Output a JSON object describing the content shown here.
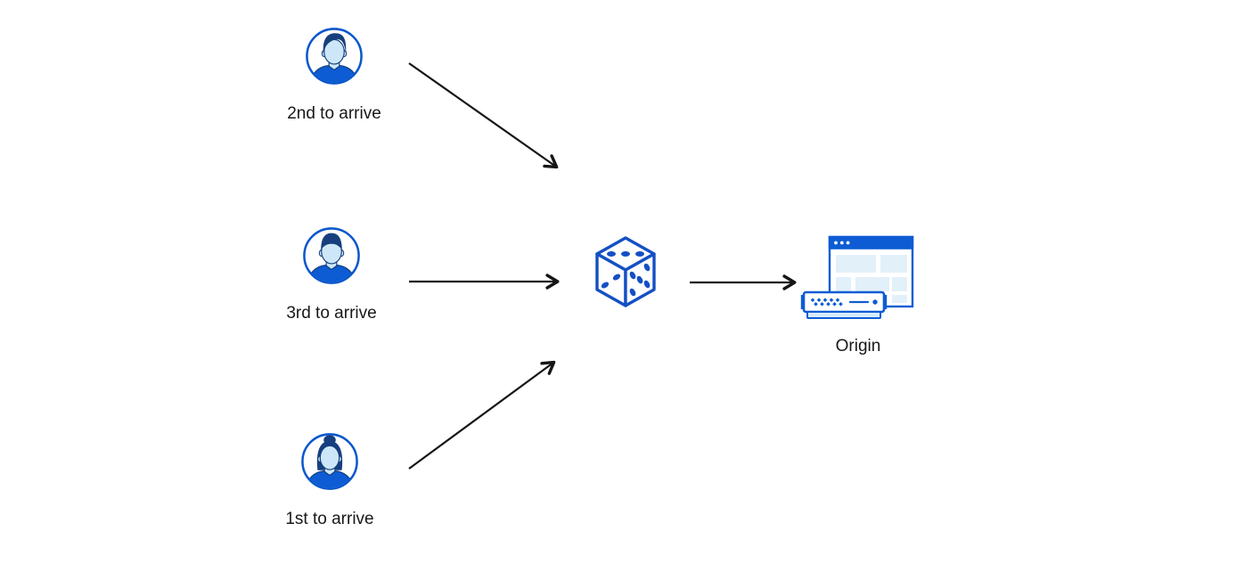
{
  "clients": [
    {
      "label": "2nd to arrive",
      "icon": "user-avatar-male-swoop-icon"
    },
    {
      "label": "3rd to arrive",
      "icon": "user-avatar-male-short-icon"
    },
    {
      "label": "1st to arrive",
      "icon": "user-avatar-female-bun-icon"
    }
  ],
  "randomizer": {
    "icon": "dice-icon"
  },
  "origin": {
    "label": "Origin",
    "icons": [
      "browser-window-icon",
      "server-icon"
    ]
  },
  "arrows": [
    {
      "from": "client-2nd-to-arrive",
      "to": "dice"
    },
    {
      "from": "client-3rd-to-arrive",
      "to": "dice"
    },
    {
      "from": "client-1st-to-arrive",
      "to": "dice"
    },
    {
      "from": "dice",
      "to": "origin"
    }
  ],
  "colors": {
    "primary_blue": "#0d5cd4",
    "stroke_blue": "#1450c4",
    "navy_outline": "#173f7e",
    "light_blue_fill": "#cde7f8",
    "pale_blue_fill": "#e2f0fa",
    "base_blue_fill": "#d8ecfa",
    "arrow_black": "#161616",
    "label_text": "#17181a",
    "background": "#ffffff"
  }
}
